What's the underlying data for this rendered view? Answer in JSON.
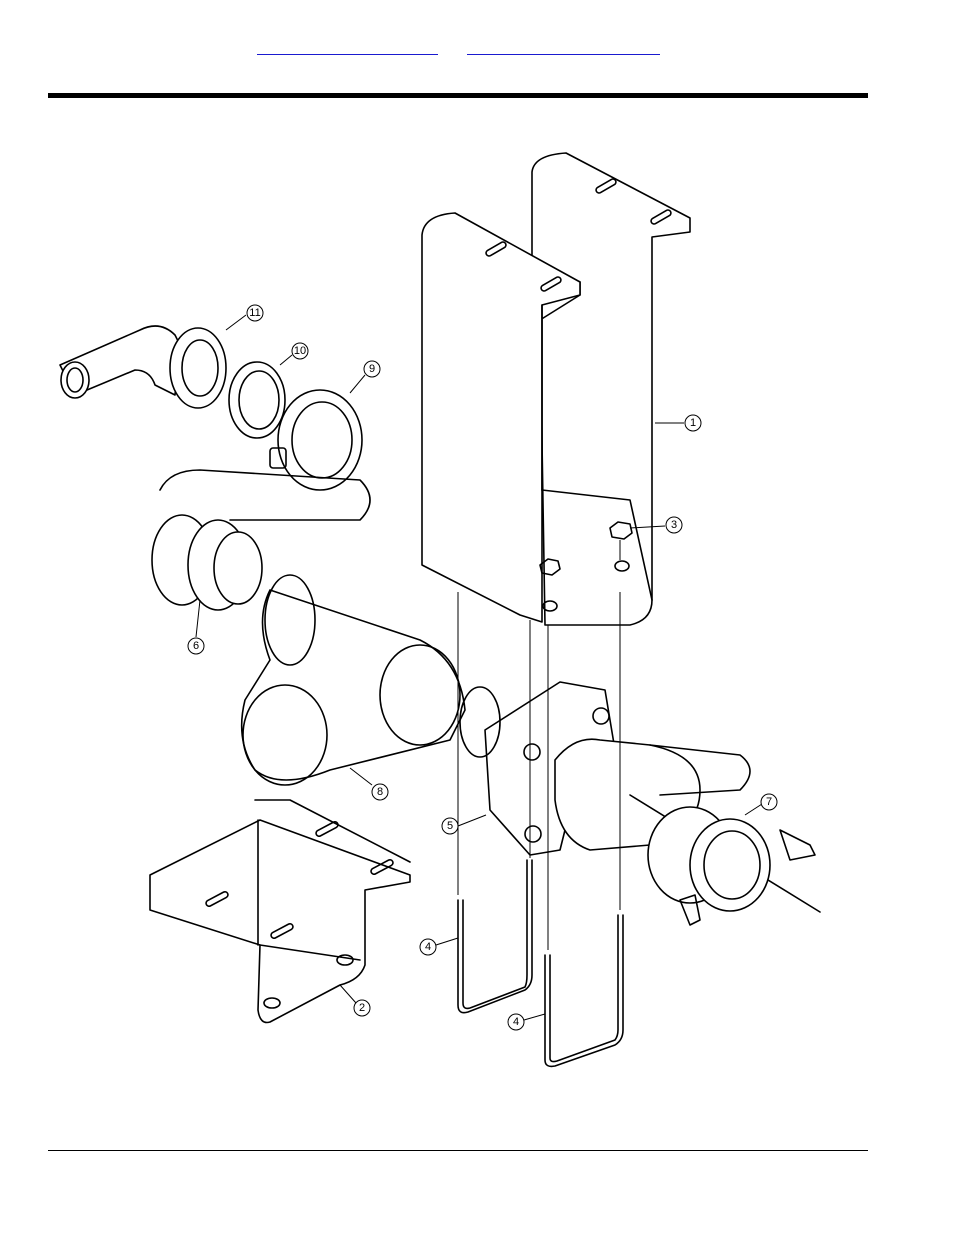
{
  "header": {
    "links": [
      {
        "label": ""
      },
      {
        "label": ""
      }
    ]
  },
  "diagram": {
    "callouts": [
      {
        "number": "11"
      },
      {
        "number": "10"
      },
      {
        "number": "9"
      },
      {
        "number": "1"
      },
      {
        "number": "3"
      },
      {
        "number": "6"
      },
      {
        "number": "8"
      },
      {
        "number": "5"
      },
      {
        "number": "7"
      },
      {
        "number": "2"
      },
      {
        "number": "4"
      },
      {
        "number": "4"
      }
    ]
  }
}
